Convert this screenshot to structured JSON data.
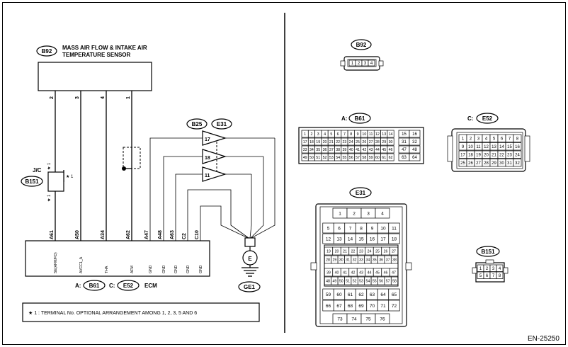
{
  "sensor": {
    "code": "B92",
    "name_line1": "MASS AIR FLOW & INTAKE AIR",
    "name_line2": "TEMPERATURE SENSOR",
    "pins": [
      "2",
      "3",
      "4",
      "1"
    ]
  },
  "jc": {
    "label": "J/C",
    "code": "B151",
    "star_left_top": "★ 1",
    "star_right": "★ 1",
    "star_left_bottom": "★ 1"
  },
  "amplifier": {
    "codes": [
      "B25",
      "E31"
    ],
    "pins": [
      "17",
      "18",
      "11"
    ]
  },
  "ecm": {
    "label": "ECM",
    "prefix_a": "A:",
    "conn_a": "B61",
    "prefix_c": "C:",
    "conn_c": "E52",
    "pins": [
      "A61",
      "A50",
      "A34",
      "A62",
      "A47",
      "A48",
      "A63",
      "C2",
      "C10"
    ],
    "signals": [
      "SE(AFM/FD)",
      "AVCC1_A",
      "THA",
      "AFM",
      "GND",
      "GND",
      "GND",
      "GND",
      "GND"
    ]
  },
  "ground": {
    "symbol": "E",
    "code": "GE1"
  },
  "note": "★ 1 : TERMINAL No. OPTIONAL ARRANGEMENT AMONG 1, 2, 3, 5 AND 6",
  "connectors": {
    "b92": {
      "code": "B92",
      "pins": [
        "1",
        "2",
        "3",
        "4"
      ]
    },
    "b61": {
      "prefix": "A:",
      "code": "B61",
      "rows": [
        [
          "1",
          "2",
          "3",
          "4",
          "5",
          "6",
          "7",
          "8",
          "9",
          "10",
          "11",
          "12",
          "13",
          "14"
        ],
        [
          "17",
          "18",
          "19",
          "20",
          "21",
          "22",
          "23",
          "24",
          "25",
          "26",
          "27",
          "28",
          "29",
          "30"
        ],
        [
          "33",
          "34",
          "35",
          "36",
          "37",
          "38",
          "39",
          "40",
          "41",
          "42",
          "43",
          "44",
          "45",
          "46"
        ],
        [
          "49",
          "50",
          "51",
          "52",
          "53",
          "54",
          "55",
          "56",
          "57",
          "58",
          "59",
          "60",
          "61",
          "62"
        ]
      ],
      "side_rows": [
        [
          "15",
          "16"
        ],
        [
          "31",
          "32"
        ],
        [
          "47",
          "48"
        ],
        [
          "63",
          "64"
        ]
      ]
    },
    "e52": {
      "prefix": "C:",
      "code": "E52",
      "rows": [
        [
          "1",
          "2",
          "3",
          "4",
          "5",
          "6",
          "7",
          "8"
        ],
        [
          "9",
          "10",
          "11",
          "12",
          "13",
          "14",
          "15",
          "16"
        ],
        [
          "17",
          "18",
          "19",
          "20",
          "21",
          "22",
          "23",
          "24"
        ],
        [
          "25",
          "26",
          "27",
          "28",
          "29",
          "30",
          "31",
          "32"
        ]
      ]
    },
    "e31": {
      "code": "E31",
      "rows": [
        [
          "1",
          "2",
          "3",
          "4"
        ],
        [
          "5",
          "6",
          "7",
          "8",
          "9",
          "10",
          "11"
        ],
        [
          "12",
          "13",
          "14",
          "15",
          "16",
          "17",
          "18"
        ],
        [
          "19",
          "20",
          "21",
          "22",
          "23",
          "24",
          "25",
          "26",
          "27"
        ],
        [
          "28",
          "29",
          "30",
          "31",
          "32",
          "33",
          "34",
          "35",
          "36",
          "37",
          "38"
        ],
        [
          "39",
          "40",
          "41",
          "42",
          "43",
          "44",
          "45",
          "46",
          "47"
        ],
        [
          "48",
          "49",
          "50",
          "51",
          "52",
          "53",
          "54",
          "55",
          "56",
          "57",
          "58"
        ],
        [
          "59",
          "60",
          "61",
          "62",
          "63",
          "64",
          "65"
        ],
        [
          "66",
          "67",
          "68",
          "69",
          "70",
          "71",
          "72"
        ],
        [
          "73",
          "74",
          "75",
          "76"
        ]
      ]
    },
    "b151": {
      "code": "B151",
      "rows": [
        [
          "1",
          "2",
          "3",
          "4"
        ],
        [
          "5",
          "6",
          "7",
          "8"
        ]
      ]
    }
  },
  "figure_id": "EN-25250"
}
